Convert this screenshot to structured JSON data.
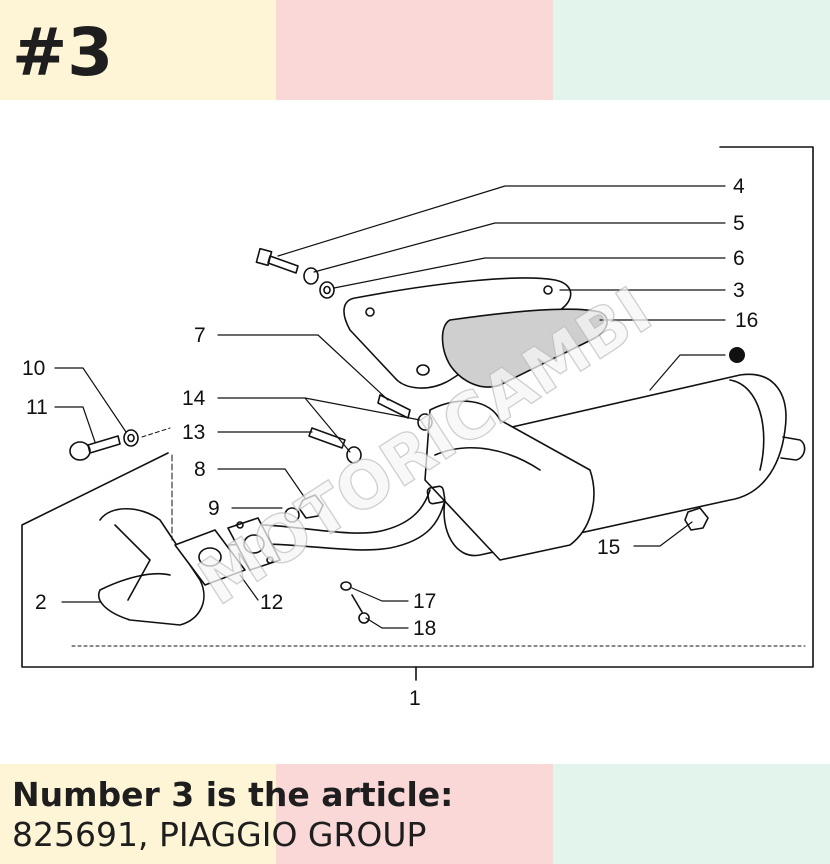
{
  "header": {
    "badge": "#3",
    "band_colors": [
      "#fdf5d6",
      "#fad8d8",
      "#e3f4ec"
    ]
  },
  "diagram": {
    "watermark": "MOTORICAMBI",
    "callouts": [
      "4",
      "5",
      "6",
      "3",
      "16",
      "7",
      "14",
      "13",
      "10",
      "11",
      "8",
      "9",
      "2",
      "12",
      "15",
      "17",
      "18",
      "1"
    ]
  },
  "footer": {
    "line1": "Number 3 is the article:",
    "line2": "825691, PIAGGIO GROUP",
    "band_colors": [
      "#fdf5d6",
      "#fad8d8",
      "#e3f4ec"
    ]
  }
}
